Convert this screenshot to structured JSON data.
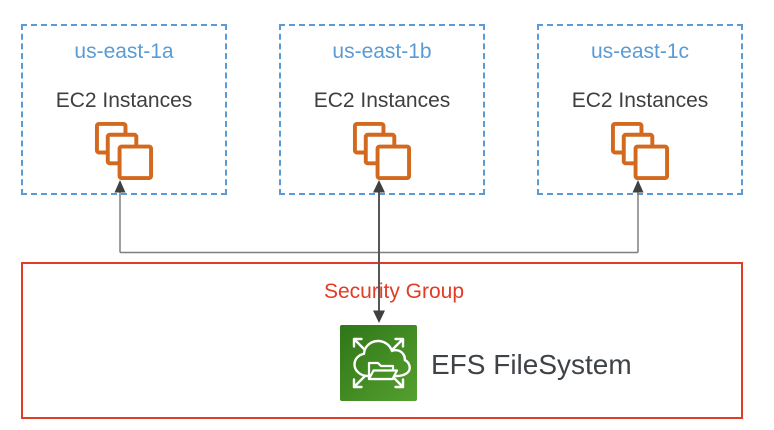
{
  "zones": [
    {
      "name": "us-east-1a",
      "instances_label": "EC2 Instances"
    },
    {
      "name": "us-east-1b",
      "instances_label": "EC2 Instances"
    },
    {
      "name": "us-east-1c",
      "instances_label": "EC2 Instances"
    }
  ],
  "security_group": {
    "label": "Security Group"
  },
  "efs": {
    "label": "EFS FileSystem"
  },
  "icons": {
    "ec2": "ec2-instances-icon",
    "efs": "efs-filesystem-icon",
    "connector": "bidirectional-arrow"
  },
  "colors": {
    "az_border": "#5B9BD5",
    "az_title_text": "#5B9BD5",
    "body_text": "#3F3F3F",
    "ec2_icon_orange": "#D2691E",
    "security_group_red": "#E23B26",
    "efs_green_dark": "#2E7618",
    "efs_green_light": "#55A02F",
    "connector_gray": "#7F7F7F",
    "arrowhead_dark": "#3F4040"
  }
}
